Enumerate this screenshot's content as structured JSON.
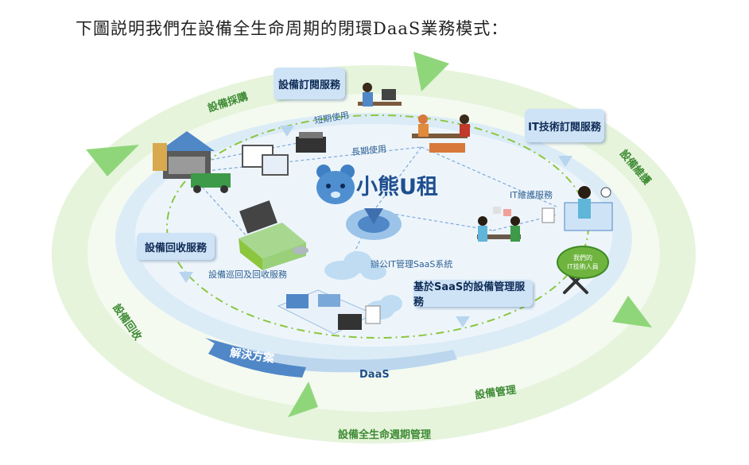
{
  "caption": "下圖説明我們在設備全生命周期的閉環DaaS業務模式：",
  "brand": "小熊U租",
  "service_boxes": {
    "subscription": "設備訂閱服務",
    "it_subscription": "IT技術訂閱服務",
    "recycle": "設備回收服務",
    "saas_management": "基於SaaS的設備管理服務"
  },
  "flow_labels": {
    "short_term": "短期使用",
    "long_term": "長期使用",
    "it_maintenance": "IT維護服務",
    "office_saas": "辦公IT管理SaaS系統",
    "inspection_recycle": "設備巡回及回收服務"
  },
  "staff_badge": {
    "line1": "我們的",
    "line2": "IT技術人員"
  },
  "ring_labels": {
    "procurement": "設備採購",
    "maintenance": "設備維護",
    "recovery": "設備回收",
    "management": "設備管理",
    "lifecycle": "設備全生命週期管理"
  },
  "center_labels": {
    "daas": "DaaS",
    "solution": "解決方案"
  },
  "colors": {
    "ring_outer": "#e6f4dc",
    "ring_inner": "#d6ecf7",
    "arrow": "#8fd67a",
    "box": "#cfe3f6",
    "dash": "#8cc63f"
  }
}
